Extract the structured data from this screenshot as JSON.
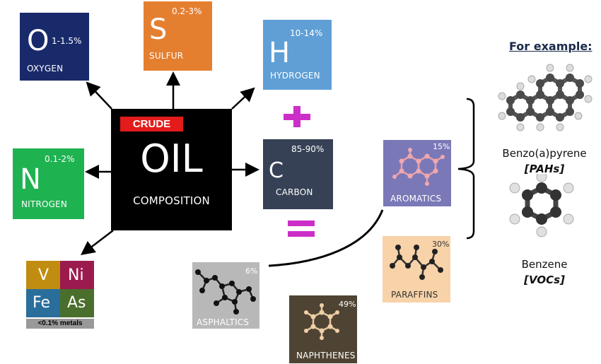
{
  "colors": {
    "oxygen": "#192a6b",
    "sulfur": "#e57f30",
    "hydrogen": "#5f9fd6",
    "nitrogen": "#1fb251",
    "carbon": "#364156",
    "plus": "#cc2ec8",
    "equals": "#cc2ec8",
    "crude_tag": "#e31b1b",
    "metal_v": "#c08d10",
    "metal_ni": "#9c1b4f",
    "metal_fe": "#2a6e9c",
    "metal_as": "#4a6e2c",
    "metal_label_bg": "#999999"
  },
  "center": {
    "tag": "CRUDE",
    "title": "OIL",
    "subtitle": "COMPOSITION"
  },
  "elements": {
    "oxygen": {
      "symbol": "O",
      "percent": "1-1.5%",
      "name": "OXYGEN"
    },
    "sulfur": {
      "symbol": "S",
      "percent": "0.2-3%",
      "name": "SULFUR"
    },
    "hydrogen": {
      "symbol": "H",
      "percent": "10-14%",
      "name": "HYDROGEN"
    },
    "nitrogen": {
      "symbol": "N",
      "percent": "0.1-2%",
      "name": "NITROGEN"
    },
    "carbon": {
      "symbol": "C",
      "percent": "85-90%",
      "name": "CARBON"
    }
  },
  "metals": {
    "items": [
      "V",
      "Ni",
      "Fe",
      "As"
    ],
    "label": "<0.1% metals"
  },
  "hydrocarbons": {
    "aromatics": {
      "percent": "15%",
      "name": "AROMATICS"
    },
    "paraffins": {
      "percent": "30%",
      "name": "PARAFFINS"
    },
    "asphaltics": {
      "percent": "6%",
      "name": "ASPHALTICS"
    },
    "naphthenes": {
      "percent": "49%",
      "name": "NAPHTHENES"
    }
  },
  "examples": {
    "heading": "For example:",
    "item1_name": "Benzo(a)pyrene",
    "item1_class": "[PAHs]",
    "item2_name": "Benzene",
    "item2_class": "[VOCs]"
  }
}
